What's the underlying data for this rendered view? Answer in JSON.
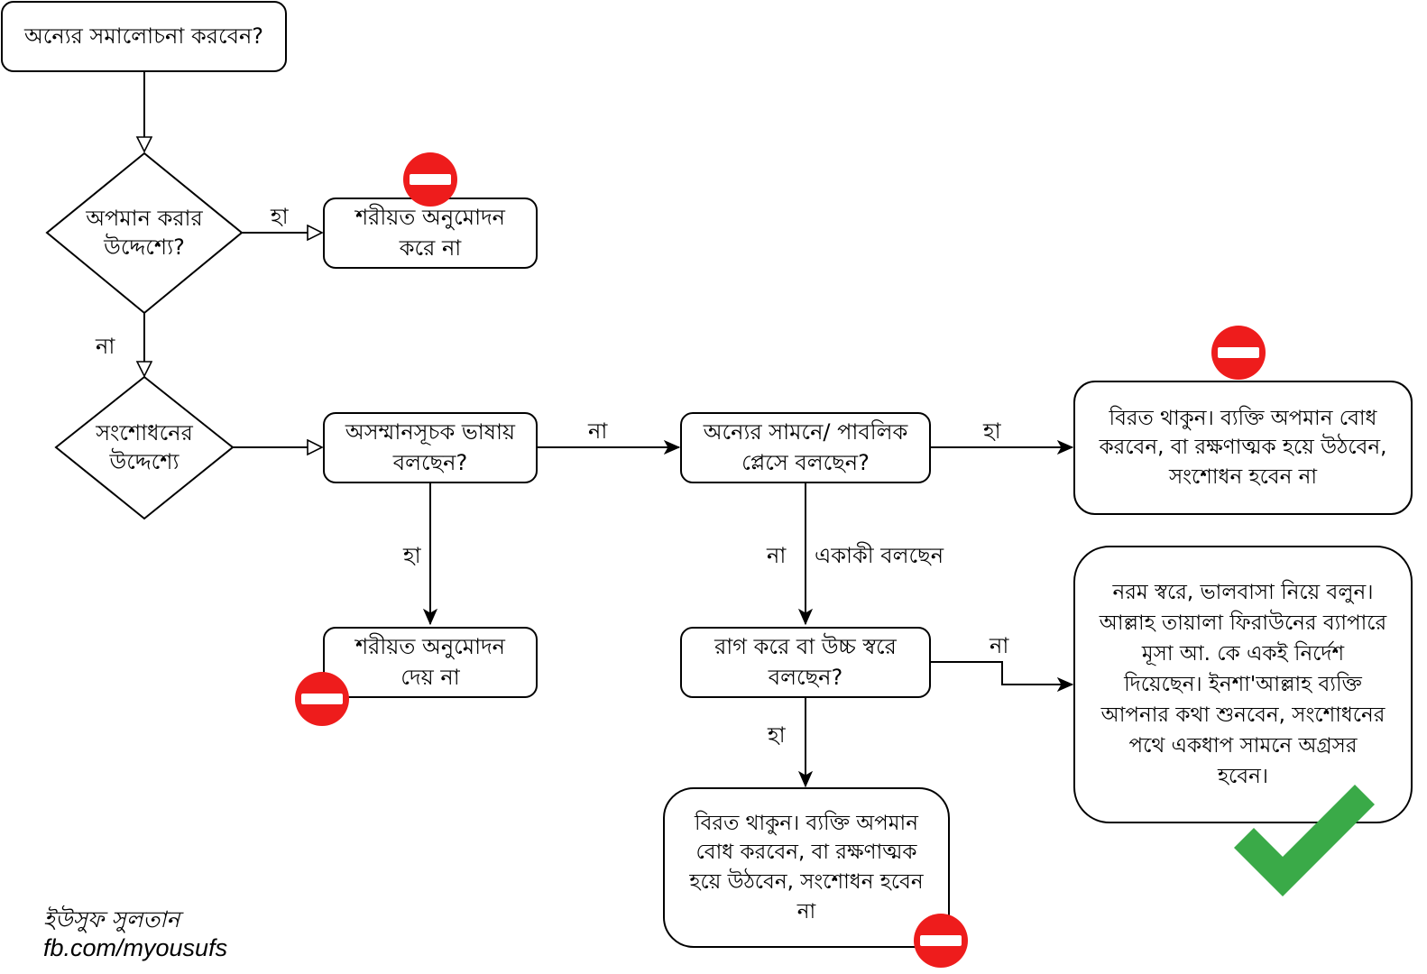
{
  "nodes": {
    "start": "অন্যের সমালোচনা করবেন?",
    "insult_intent": "অপমান করার\nউদ্দেশ্যে?",
    "insult_forbidden": "শরীয়ত অনুমোদন\nকরে না",
    "correction_intent": "সংশোধনের\nউদ্দেশ্যে",
    "disrespectful_language": "অসম্মানসূচক ভাষায়\nবলছেন?",
    "disrespect_forbidden": "শরীয়ত অনুমোদন\nদেয় না",
    "public_place": "অন্যের সামনে/ পাবলিক\nপ্লেসে বলছেন?",
    "refrain_public": "বিরত থাকুন। ব্যক্তি অপমান বোধ\nকরবেন, বা রক্ষণাত্মক হয়ে উঠবেন,\nসংশোধন হবেন না",
    "angry_loud": "রাগ করে বা উচ্চ স্বরে\nবলছেন?",
    "refrain_angry": "বিরত থাকুন। ব্যক্তি অপমান\nবোধ করবেন, বা রক্ষণাত্মক\nহয়ে উঠবেন, সংশোধন হবেন\nনা",
    "gentle_advice": "নরম স্বরে, ভালবাসা নিয়ে বলুন।\nআল্লাহ তায়ালা ফিরাউনের ব্যাপারে\nমূসা আ. কে একই নির্দেশ\nদিয়েছেন। ইনশা'আল্লাহ ব্যক্তি\nআপনার কথা শুনবেন, সংশোধনের\nপথে একধাপ সামনে অগ্রসর\nহবেন।"
  },
  "edge_labels": {
    "insult_yes": "হা",
    "insult_no": "না",
    "disrespect_no": "না",
    "disrespect_yes": "হা",
    "public_yes": "হা",
    "public_no": "না",
    "public_no_note": "একাকী বলছেন",
    "angry_no": "না",
    "angry_yes": "হা"
  },
  "author": {
    "name": "ইউসুফ সুলতান",
    "link": "fb.com/myousufs"
  },
  "icons": {
    "stop": "no-entry-icon",
    "check": "checkmark-icon"
  },
  "colors": {
    "stop_red": "#ee1c1c",
    "check_green": "#3aaa48",
    "line": "#000000"
  }
}
